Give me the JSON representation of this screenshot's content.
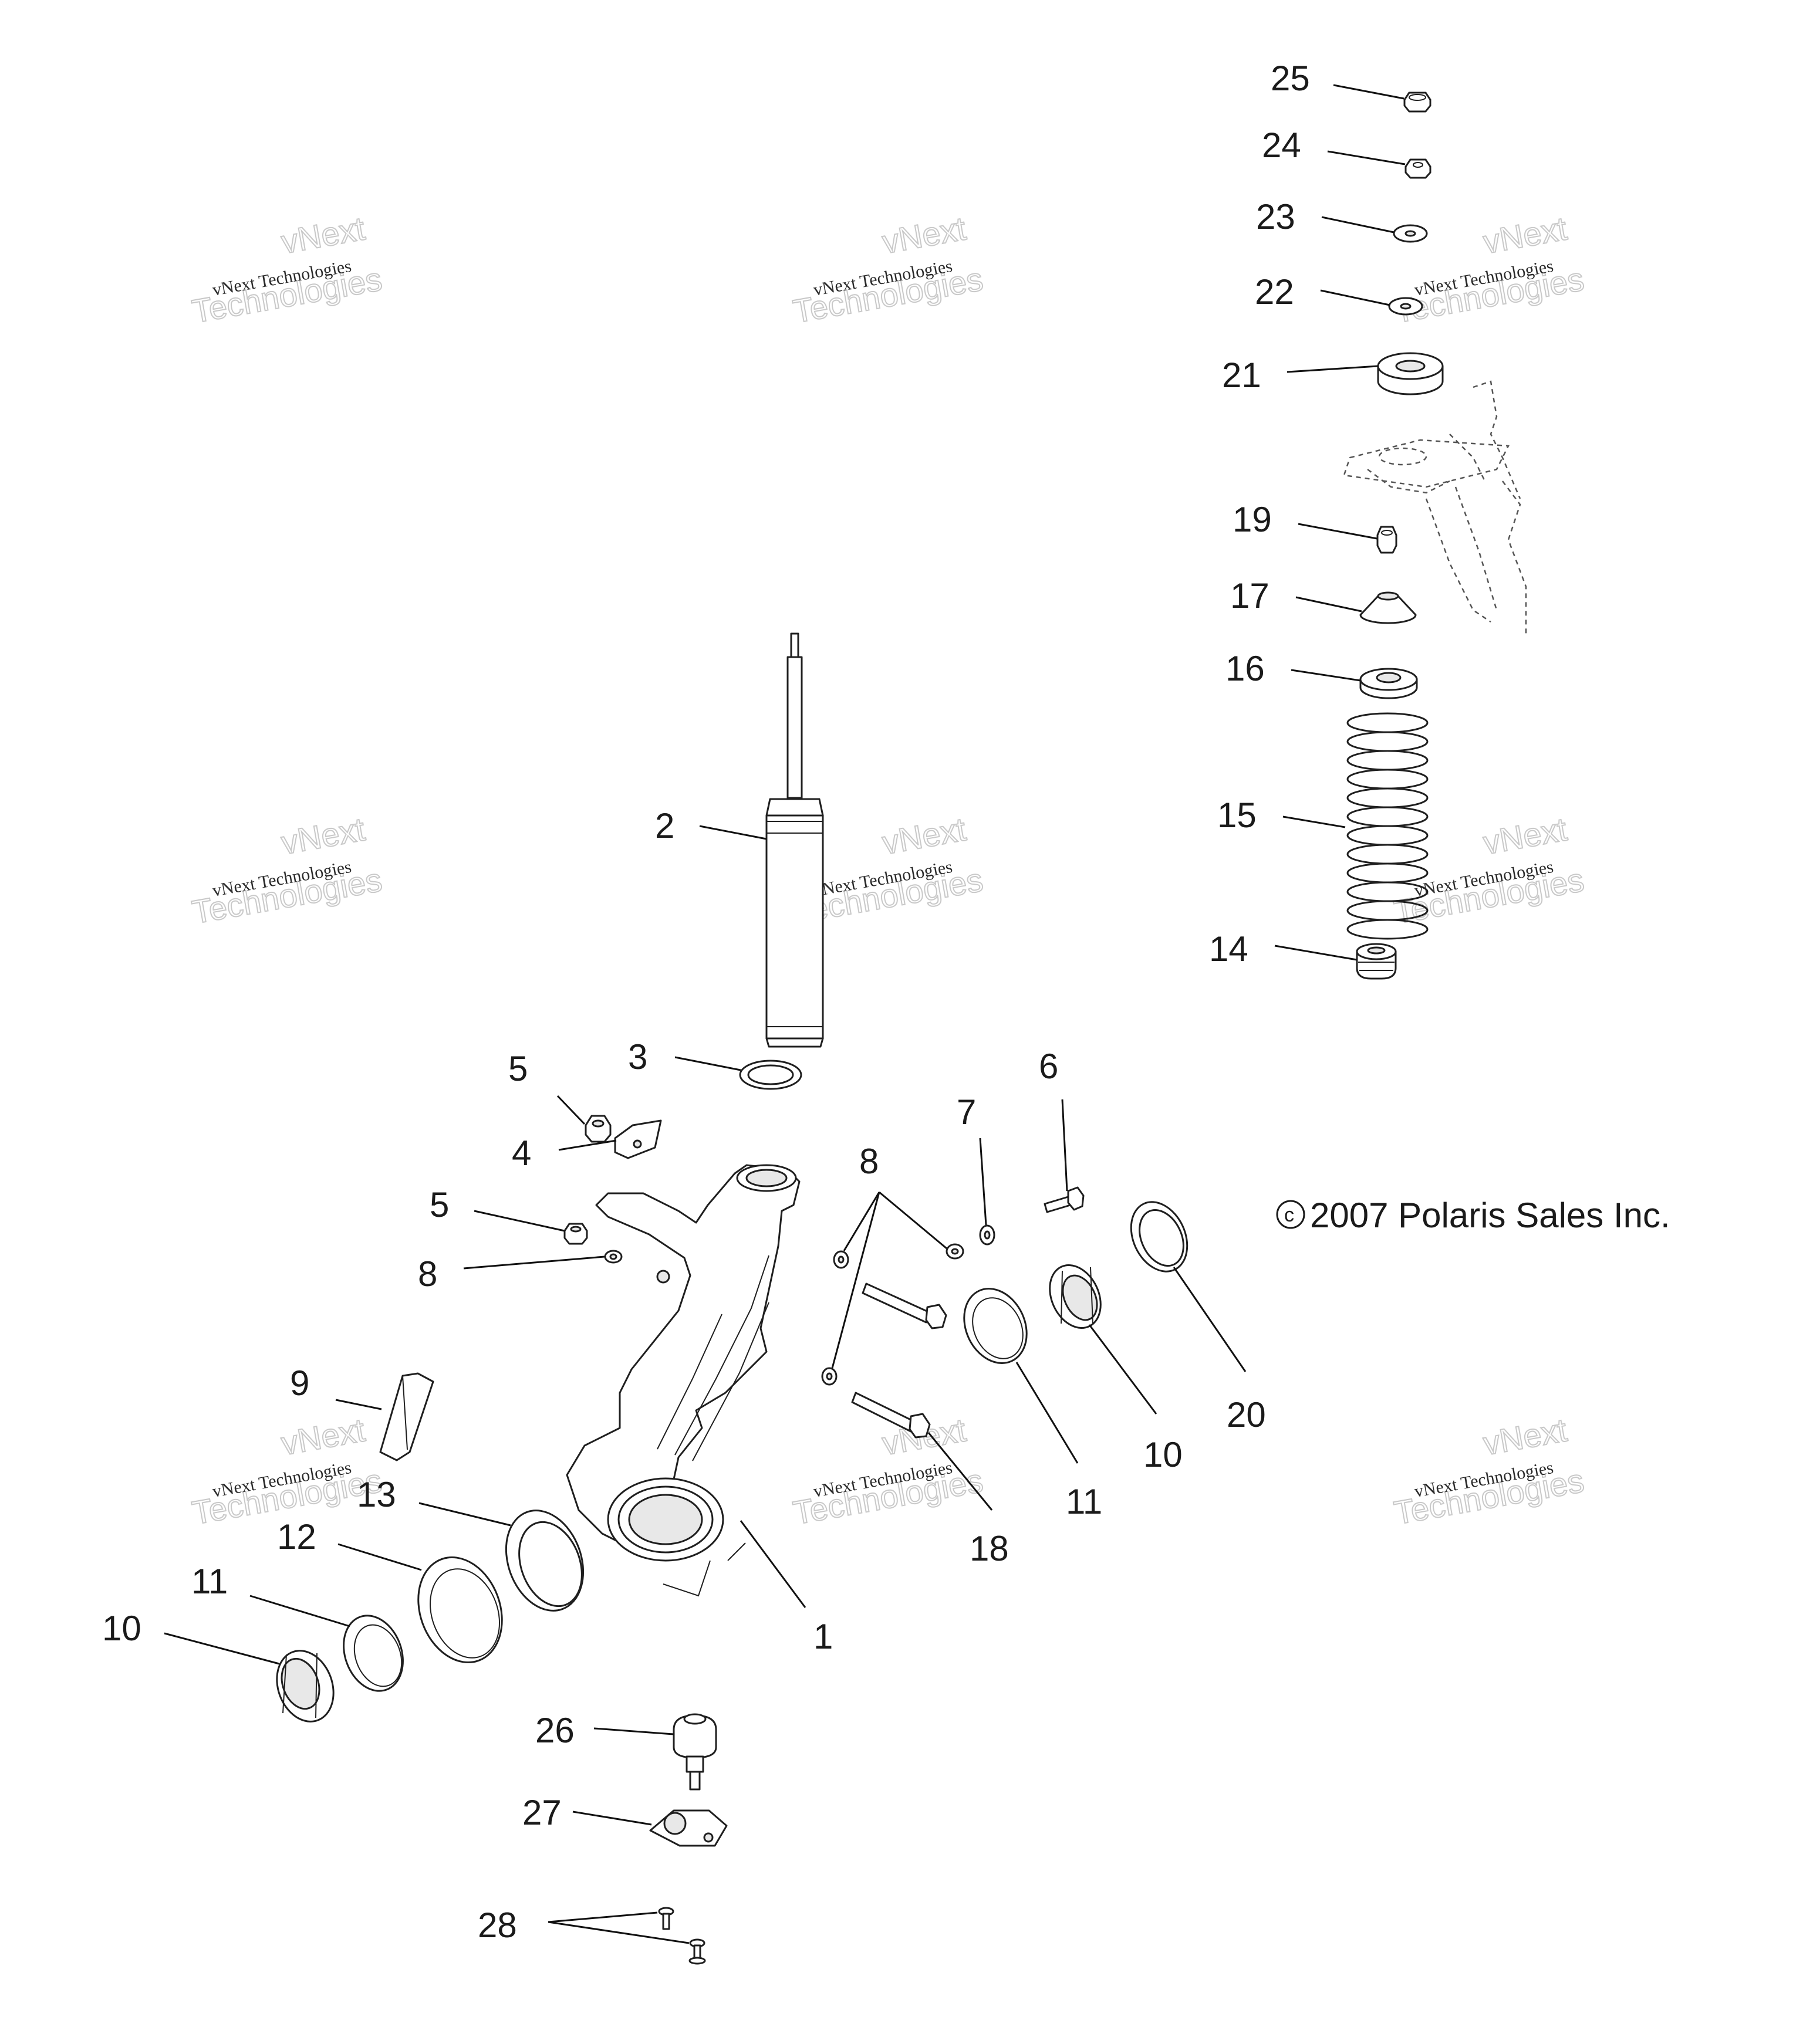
{
  "copyright": "2007 Polaris Sales Inc.",
  "copyright_symbol": "c",
  "watermark": {
    "small": "vNext Technologies",
    "big_top": "vNext",
    "big_bottom": "Technologies"
  },
  "callouts": [
    "1",
    "2",
    "3",
    "4",
    "5",
    "5",
    "6",
    "7",
    "8",
    "8",
    "8",
    "9",
    "10",
    "10",
    "11",
    "11",
    "12",
    "13",
    "14",
    "15",
    "16",
    "17",
    "18",
    "19",
    "20",
    "21",
    "22",
    "23",
    "24",
    "25",
    "26",
    "27",
    "28"
  ]
}
